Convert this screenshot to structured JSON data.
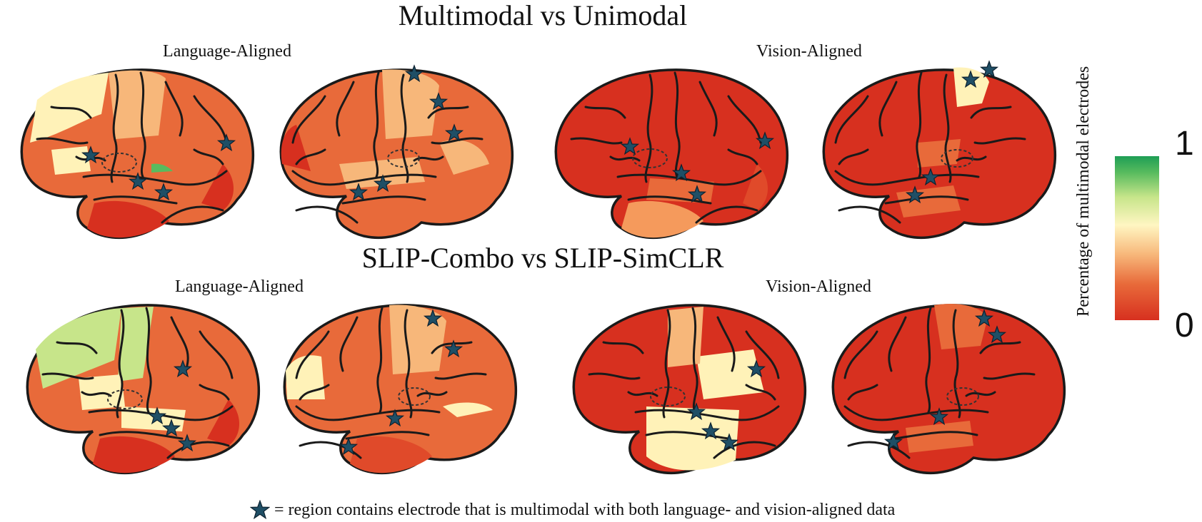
{
  "titles": {
    "top": "Multimodal vs Unimodal",
    "bottom": "SLIP-Combo vs SLIP-SimCLR"
  },
  "panels": {
    "top_left": "Language-Aligned",
    "top_right": "Vision-Aligned",
    "bottom_left": "Language-Aligned",
    "bottom_right": "Vision-Aligned"
  },
  "colorbar": {
    "label": "Percentage of multimodal electrodes",
    "max_label": "1",
    "min_label": "0",
    "low_color": "#d7301f",
    "mid_color": "#fff6c2",
    "high_color": "#1e9e55"
  },
  "legend": {
    "icon": "star-icon",
    "star_color": "#1f4f66",
    "text": "= region contains electrode that is multimodal with both language- and vision-aligned data"
  }
}
